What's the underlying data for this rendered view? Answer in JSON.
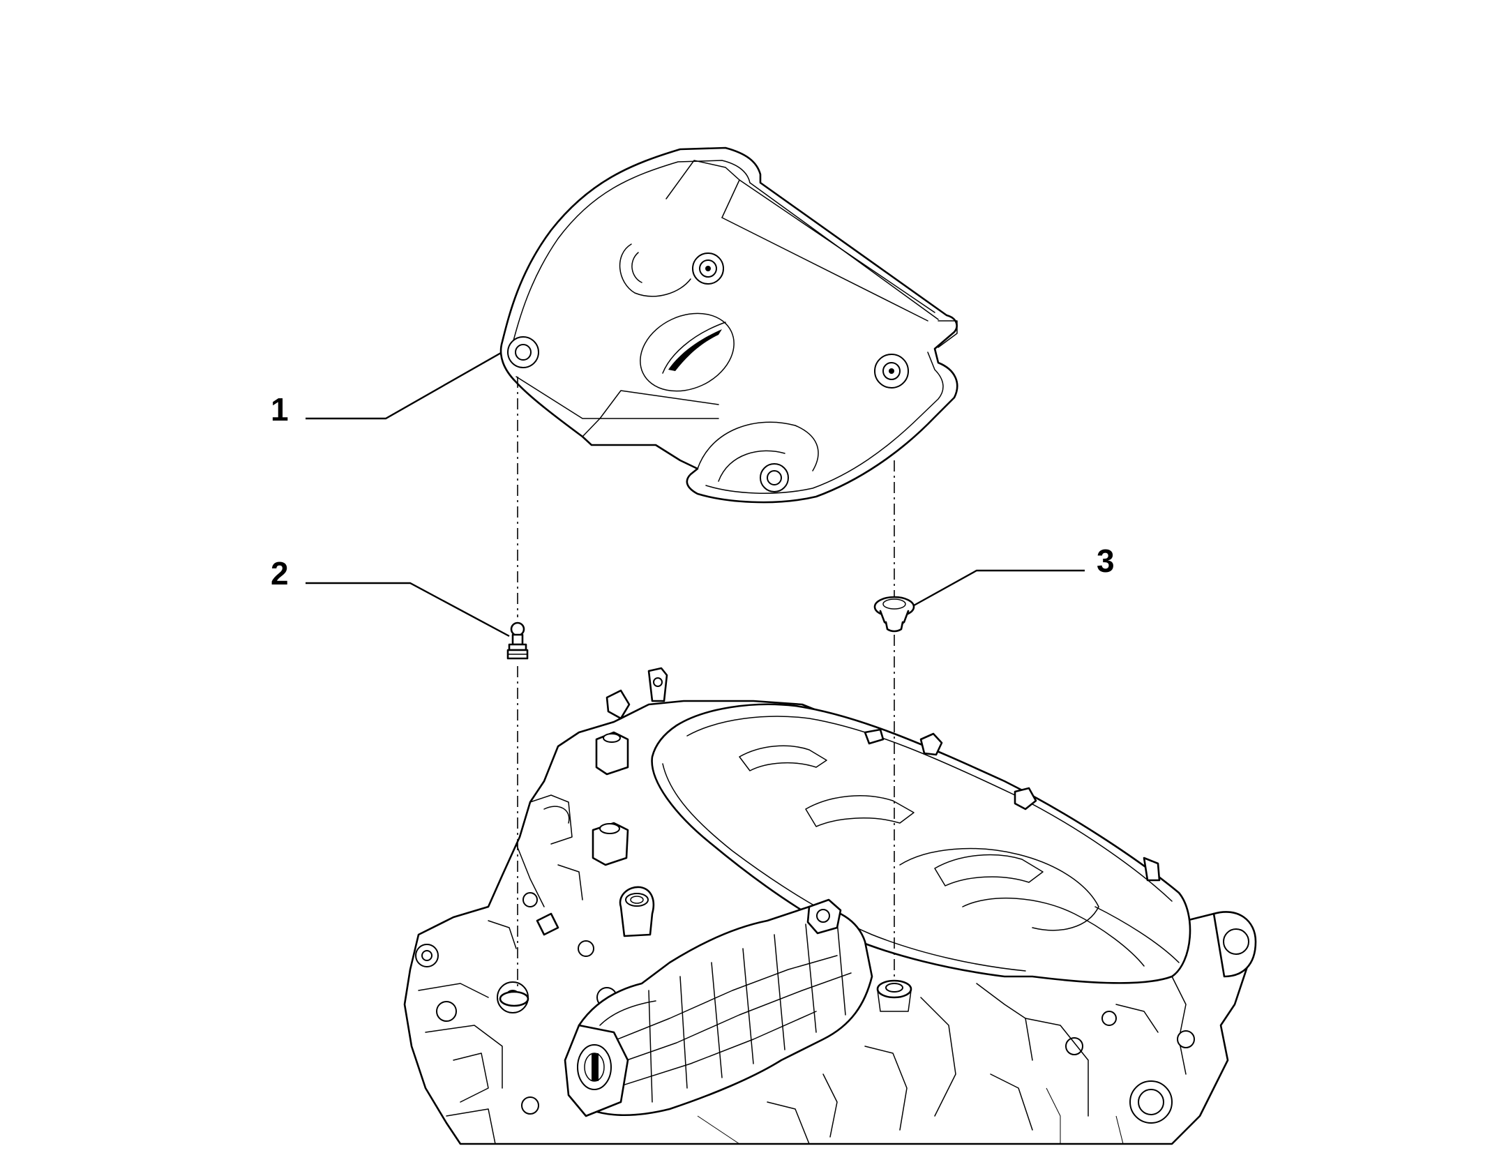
{
  "callouts": [
    {
      "id": "1",
      "label": "1"
    },
    {
      "id": "2",
      "label": "2"
    },
    {
      "id": "3",
      "label": "3"
    }
  ],
  "parts": [
    {
      "callout": "1",
      "icon": "engine-cover-icon"
    },
    {
      "callout": "2",
      "icon": "ball-stud-icon"
    },
    {
      "callout": "3",
      "icon": "rubber-grommet-icon"
    },
    {
      "callout": null,
      "icon": "engine-assembly-icon"
    }
  ]
}
